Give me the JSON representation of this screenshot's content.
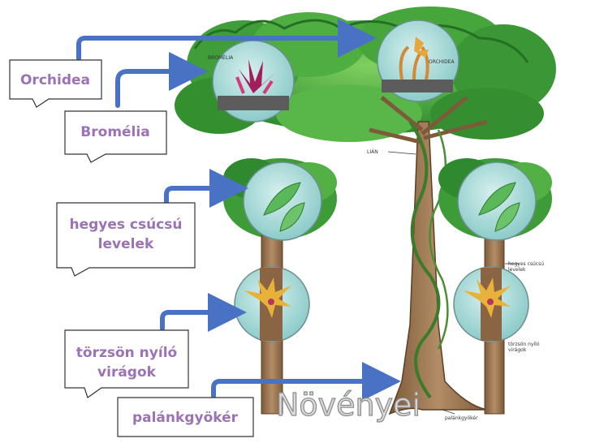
{
  "title": "Növényei",
  "callouts": {
    "orchidea": "Orchidea",
    "bromelia": "Bromélia",
    "hegyes_line1": "hegyes csúcsú",
    "hegyes_line2": "levelek",
    "torzson_line1": "törzsön nyíló",
    "torzson_line2": "virágok",
    "palank": "palánkgyökér"
  },
  "diagram_labels": {
    "bromeliad": "BROMÉLIA",
    "orchid": "ORCHIDEA",
    "liana": "LIÁN",
    "pointed_leaves_line1": "hegyes csúcsú",
    "pointed_leaves_line2": "levelek",
    "cauliflory_line1": "törzsön nyíló",
    "cauliflory_line2": "virágok",
    "buttress": "palánkgyökér"
  },
  "colors": {
    "arrow": "#4a72c4",
    "callout_text": "#9b72b3",
    "callout_border": "#333333",
    "canopy_dark": "#2f8a2f",
    "canopy_light": "#63bf4d",
    "trunk": "#a07a55",
    "bubble": "#a9d8d8",
    "title_fill": "#d9d9d9"
  }
}
